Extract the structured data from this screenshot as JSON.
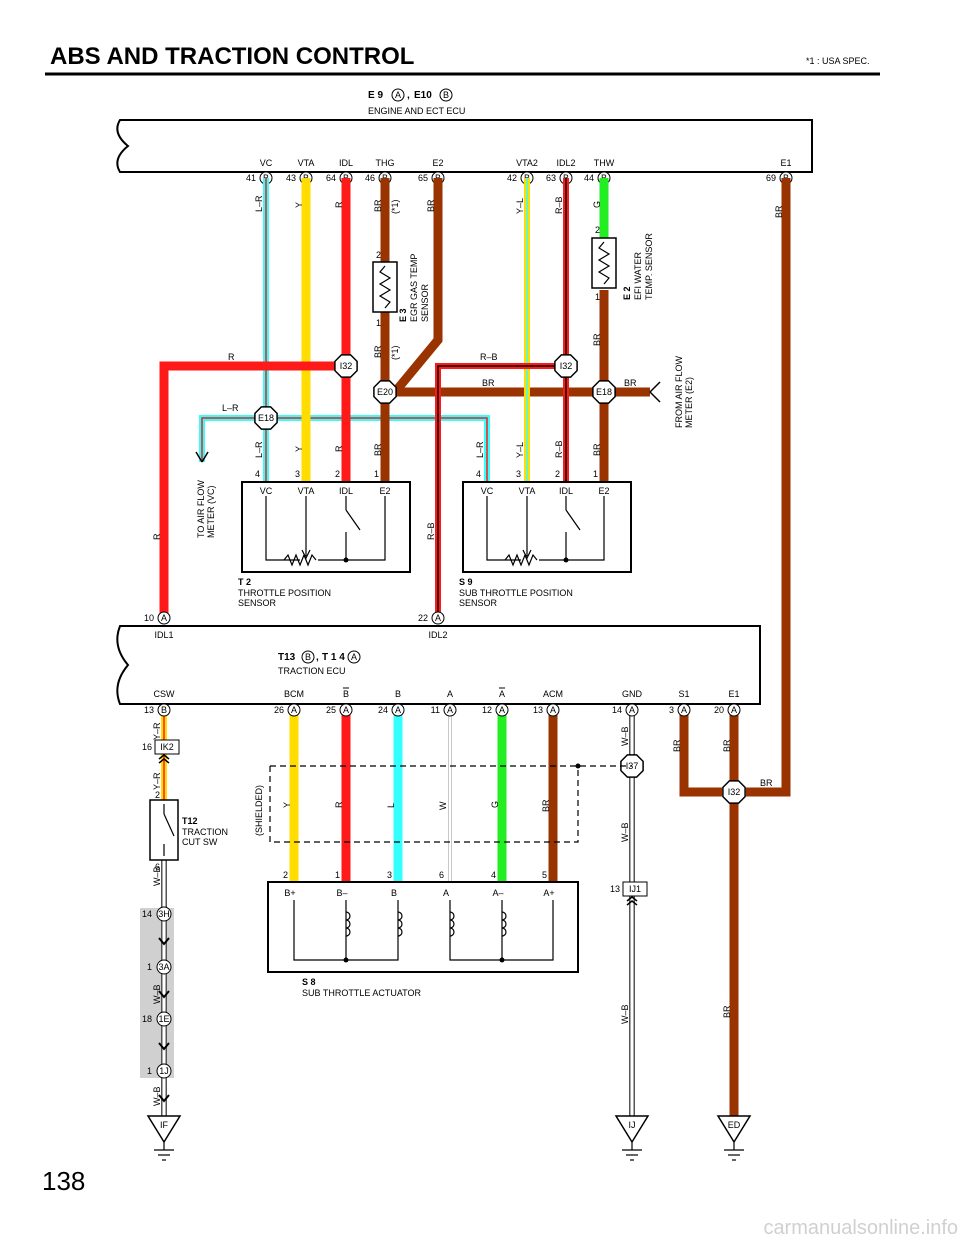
{
  "header": {
    "title": "ABS AND TRACTION CONTROL",
    "note": "*1 : USA SPEC.",
    "page_number": "138",
    "watermark": "carmanualsonline.info"
  },
  "ecu": {
    "code_a": "E 9",
    "code_b": "E10",
    "sep": ",",
    "letter_a": "A",
    "letter_b": "B",
    "name": "ENGINE AND ECT ECU",
    "terminals": [
      {
        "name": "VC",
        "pin": "41",
        "conn": "B"
      },
      {
        "name": "VTA",
        "pin": "43",
        "conn": "B"
      },
      {
        "name": "IDL",
        "pin": "64",
        "conn": "B"
      },
      {
        "name": "THG",
        "pin": "46",
        "conn": "B"
      },
      {
        "name": "E2",
        "pin": "65",
        "conn": "B"
      },
      {
        "name": "VTA2",
        "pin": "42",
        "conn": "B"
      },
      {
        "name": "IDL2",
        "pin": "63",
        "conn": "B"
      },
      {
        "name": "THW",
        "pin": "44",
        "conn": "B"
      },
      {
        "name": "E1",
        "pin": "69",
        "conn": "B"
      }
    ]
  },
  "traction_ecu": {
    "code_a": "T13",
    "code_b": "T 1 4",
    "sep": ",",
    "letter_a": "B",
    "letter_b": "A",
    "name": "TRACTION ECU",
    "top_terminals": [
      {
        "name": "IDL1",
        "pin": "10",
        "conn": "A"
      },
      {
        "name": "IDL2",
        "pin": "22",
        "conn": "A"
      }
    ],
    "terminals": [
      {
        "name": "CSW",
        "pin": "13",
        "conn": "B"
      },
      {
        "name": "BCM",
        "pin": "26",
        "conn": "A"
      },
      {
        "name": "B",
        "pin": "25",
        "conn": "A",
        "overbar": true
      },
      {
        "name": "B",
        "pin": "24",
        "conn": "A"
      },
      {
        "name": "A",
        "pin": "11",
        "conn": "A"
      },
      {
        "name": "A",
        "pin": "12",
        "conn": "A",
        "overbar": true
      },
      {
        "name": "ACM",
        "pin": "13",
        "conn": "A"
      },
      {
        "name": "GND",
        "pin": "14",
        "conn": "A"
      },
      {
        "name": "S1",
        "pin": "3",
        "conn": "A"
      },
      {
        "name": "E1",
        "pin": "20",
        "conn": "A"
      }
    ]
  },
  "wire_labels": {
    "lr": "L–R",
    "y": "Y",
    "r": "R",
    "br": "BR",
    "star1": "(*1)",
    "yl": "Y–L",
    "rb": "R–B",
    "g": "G",
    "wb": "W–B",
    "yr": "Y–R",
    "l": "L",
    "w": "W",
    "shielded": "(SHIELDED)"
  },
  "egr_sensor": {
    "code": "E 3",
    "line1": "EGR GAS TEMP",
    "line2": "SENSOR",
    "pin_top": "2",
    "pin_bot": "1"
  },
  "water_sensor": {
    "code": "E 2",
    "line1": "EFI WATER",
    "line2": "TEMP. SENSOR",
    "pin_top": "2",
    "pin_bot": "1"
  },
  "junctions": {
    "i32": "I32",
    "e20": "E20",
    "e18": "E18",
    "i37": "I37"
  },
  "airflow": {
    "to_line1": "TO AIR FLOW",
    "to_line2": "METER (VC)",
    "from_line1": "FROM AIR FLOW",
    "from_line2": "METER (E2)"
  },
  "throttle_sensor": {
    "code": "T 2",
    "line1": "THROTTLE POSITION",
    "line2": "SENSOR",
    "pins": [
      "4",
      "3",
      "2",
      "1"
    ],
    "terms": [
      "VC",
      "VTA",
      "IDL",
      "E2"
    ]
  },
  "sub_throttle_sensor": {
    "code": "S 9",
    "line1": "SUB THROTTLE POSITION",
    "line2": "SENSOR",
    "pins": [
      "4",
      "3",
      "2",
      "1"
    ],
    "terms": [
      "VC",
      "VTA",
      "IDL",
      "E2"
    ]
  },
  "actuator": {
    "code": "S 8",
    "name": "SUB THROTTLE ACTUATOR",
    "pins": [
      "2",
      "1",
      "3",
      "6",
      "4",
      "5"
    ],
    "terms": [
      "B+",
      "B–",
      "B",
      "A",
      "A–",
      "A+"
    ]
  },
  "cut_switch": {
    "code": "T12",
    "line1": "TRACTION",
    "line2": "CUT SW",
    "pin_top": "2",
    "pin_bot": "6"
  },
  "connectors": [
    {
      "pin": "16",
      "id": "IK2"
    },
    {
      "pin": "14",
      "id": "3H"
    },
    {
      "pin": "1",
      "id": "3A"
    },
    {
      "pin": "18",
      "id": "1E"
    },
    {
      "pin": "1",
      "id": "1J"
    },
    {
      "pin": "13",
      "id": "IJ1"
    }
  ],
  "grounds": {
    "if": "IF",
    "ij": "IJ",
    "ed": "ED"
  },
  "colors": {
    "red": "#ff1a1a",
    "yellow": "#ffdd00",
    "cyan": "#33ffff",
    "green": "#22ee22",
    "brown": "#993300",
    "white": "#ffffff",
    "orange": "#ff9900",
    "gray": "#c8c8c8"
  }
}
